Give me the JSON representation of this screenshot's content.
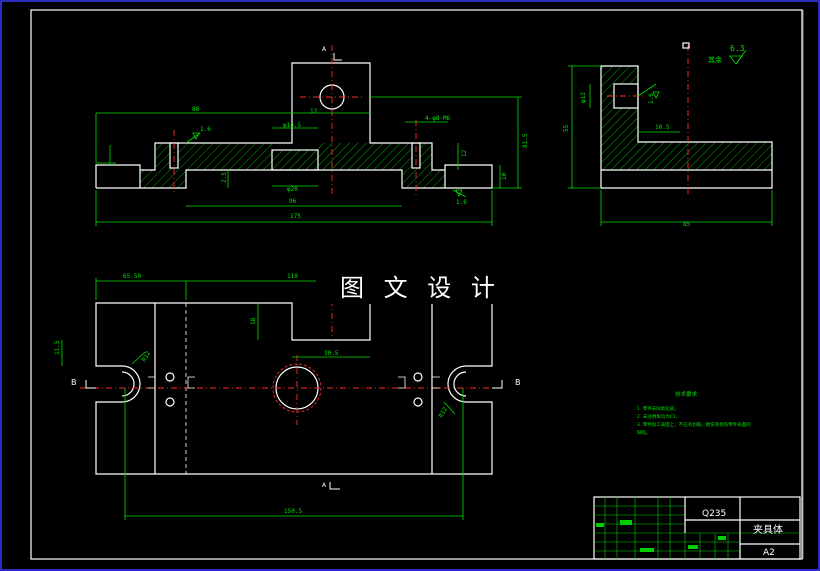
{
  "watermark": "图 文 设 计",
  "title_block": {
    "material": "Q235",
    "part_name": "夹具体",
    "sheet_size": "A2"
  },
  "section_labels": {
    "a_top": "A",
    "a_bottom": "A",
    "b_left": "B",
    "b_right": "B"
  },
  "roughness": {
    "general_value": "6.3",
    "general_note": "其余",
    "front_left": "1.6",
    "front_right": "1.6",
    "side": "1.6"
  },
  "dimensions": {
    "front_overall_width": "175",
    "front_upper_width": "88",
    "front_slot_width": "96",
    "front_bore": "φ20",
    "front_counterbore": "φ14.5",
    "front_holes": "4-φ8-M6",
    "front_height": "81.5",
    "front_step": "12",
    "front_small_a": "12",
    "front_small_b": "10",
    "front_small_c": "2.5",
    "side_height": "55",
    "side_hole": "φ12",
    "side_offset": "10.5",
    "side_width": "85",
    "plan_left": "65.50",
    "plan_right": "110",
    "plan_tab_height": "18",
    "plan_tab_width": "30.5",
    "plan_edge": "11.5",
    "plan_r_left": "R12",
    "plan_r_right": "R12",
    "plan_bottom": "150.5"
  },
  "notes_title": "技术要求",
  "notes": [
    "1. 零件去除氧化皮。",
    "2. 未注倒角均为C1。",
    "3. 零件加工表面上，不应有划痕、擦伤等损伤零件表面的",
    "   缺陷。"
  ]
}
